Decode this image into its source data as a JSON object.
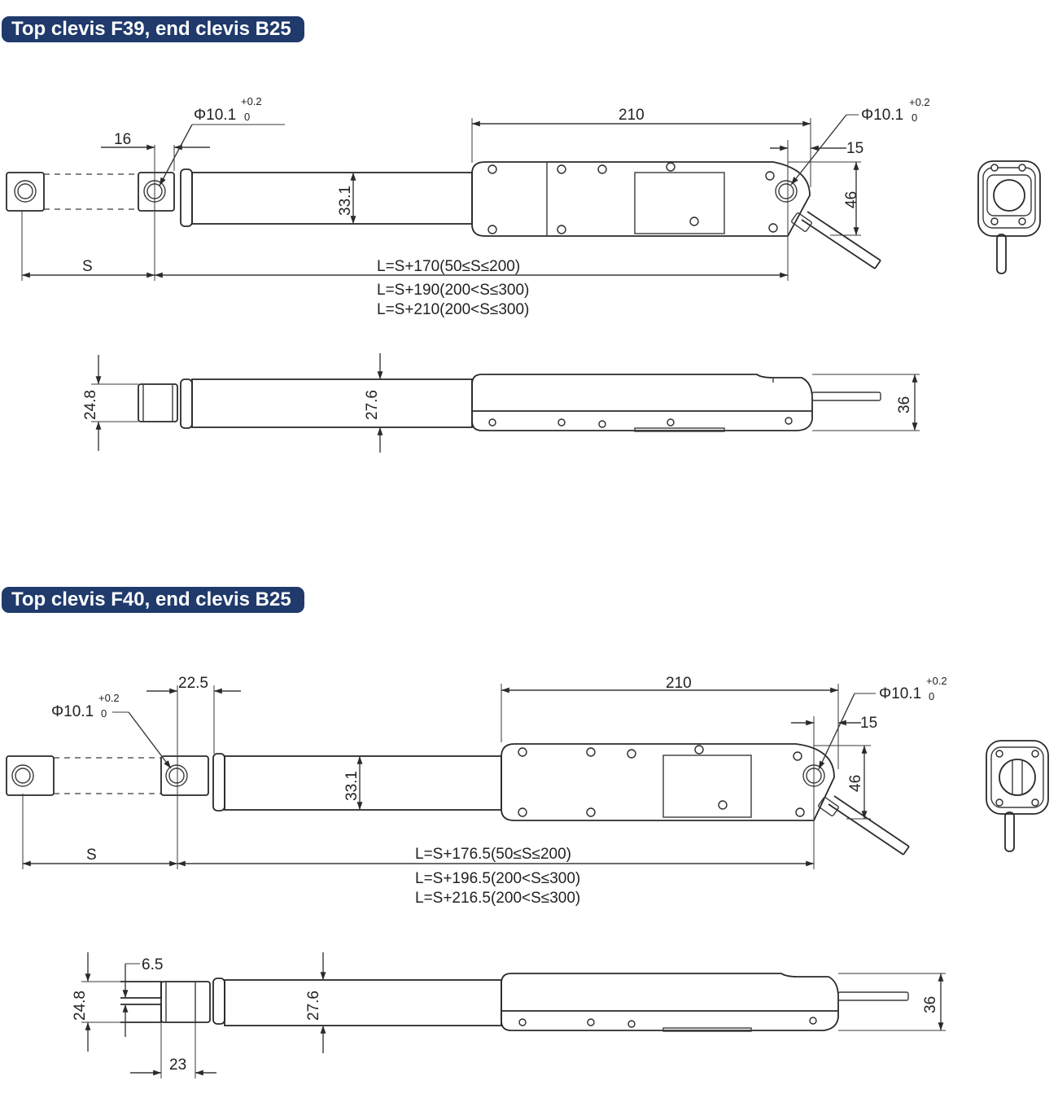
{
  "sections": [
    {
      "title": "Top clevis F39, end clevis B25",
      "dims": {
        "rod_end": "16",
        "hole_left": "Φ10.1",
        "hole_left_sup": "+0.2",
        "hole_left_sub": "0",
        "length_210": "210",
        "hole_right": "Φ10.1",
        "hole_right_sup": "+0.2",
        "hole_right_sub": "0",
        "end_15": "15",
        "height_46": "46",
        "tube_33": "33.1",
        "stroke": "S",
        "formula1": "L=S+170(50≤S≤200)",
        "formula2": "L=S+190(200<S≤300)",
        "formula3": "L=S+210(200<S≤300)",
        "side_24": "24.8",
        "side_27": "27.6",
        "side_36": "36"
      }
    },
    {
      "title": "Top clevis F40, end clevis B25",
      "dims": {
        "rod_end": "22.5",
        "hole_left": "Φ10.1",
        "hole_left_sup": "+0.2",
        "hole_left_sub": "0",
        "length_210": "210",
        "hole_right": "Φ10.1",
        "hole_right_sup": "+0.2",
        "hole_right_sub": "0",
        "end_15": "15",
        "height_46": "46",
        "tube_33": "33.1",
        "stroke": "S",
        "formula1": "L=S+176.5(50≤S≤200)",
        "formula2": "L=S+196.5(200<S≤300)",
        "formula3": "L=S+216.5(200<S≤300)",
        "side_24": "24.8",
        "side_27": "27.6",
        "side_36": "36",
        "slot_65": "6.5",
        "slot_23": "23"
      }
    }
  ]
}
